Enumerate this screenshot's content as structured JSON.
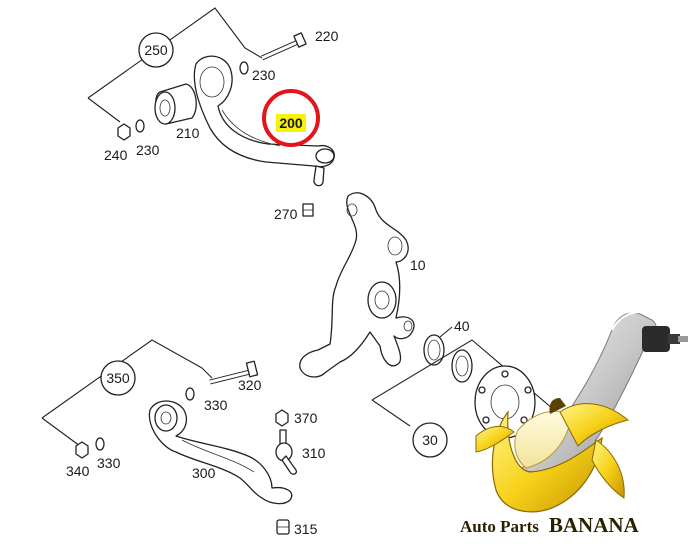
{
  "diagram": {
    "callouts": {
      "c250": "250",
      "c220": "220",
      "c230a": "230",
      "c200": "200",
      "c210": "210",
      "c240": "240",
      "c230b": "230",
      "c270": "270",
      "c10": "10",
      "c40": "40",
      "c350": "350",
      "c320": "320",
      "c330a": "330",
      "c370": "370",
      "c310": "310",
      "c340": "340",
      "c330b": "330",
      "c300": "300",
      "c30": "30",
      "c315": "315"
    },
    "highlight": {
      "ring_color": "#e3141b",
      "fill_color": "#f7f20a"
    }
  },
  "watermark": {
    "brand_prefix": "Auto Parts",
    "brand_name": "BANANA",
    "logo_icon": "banana-icon"
  }
}
